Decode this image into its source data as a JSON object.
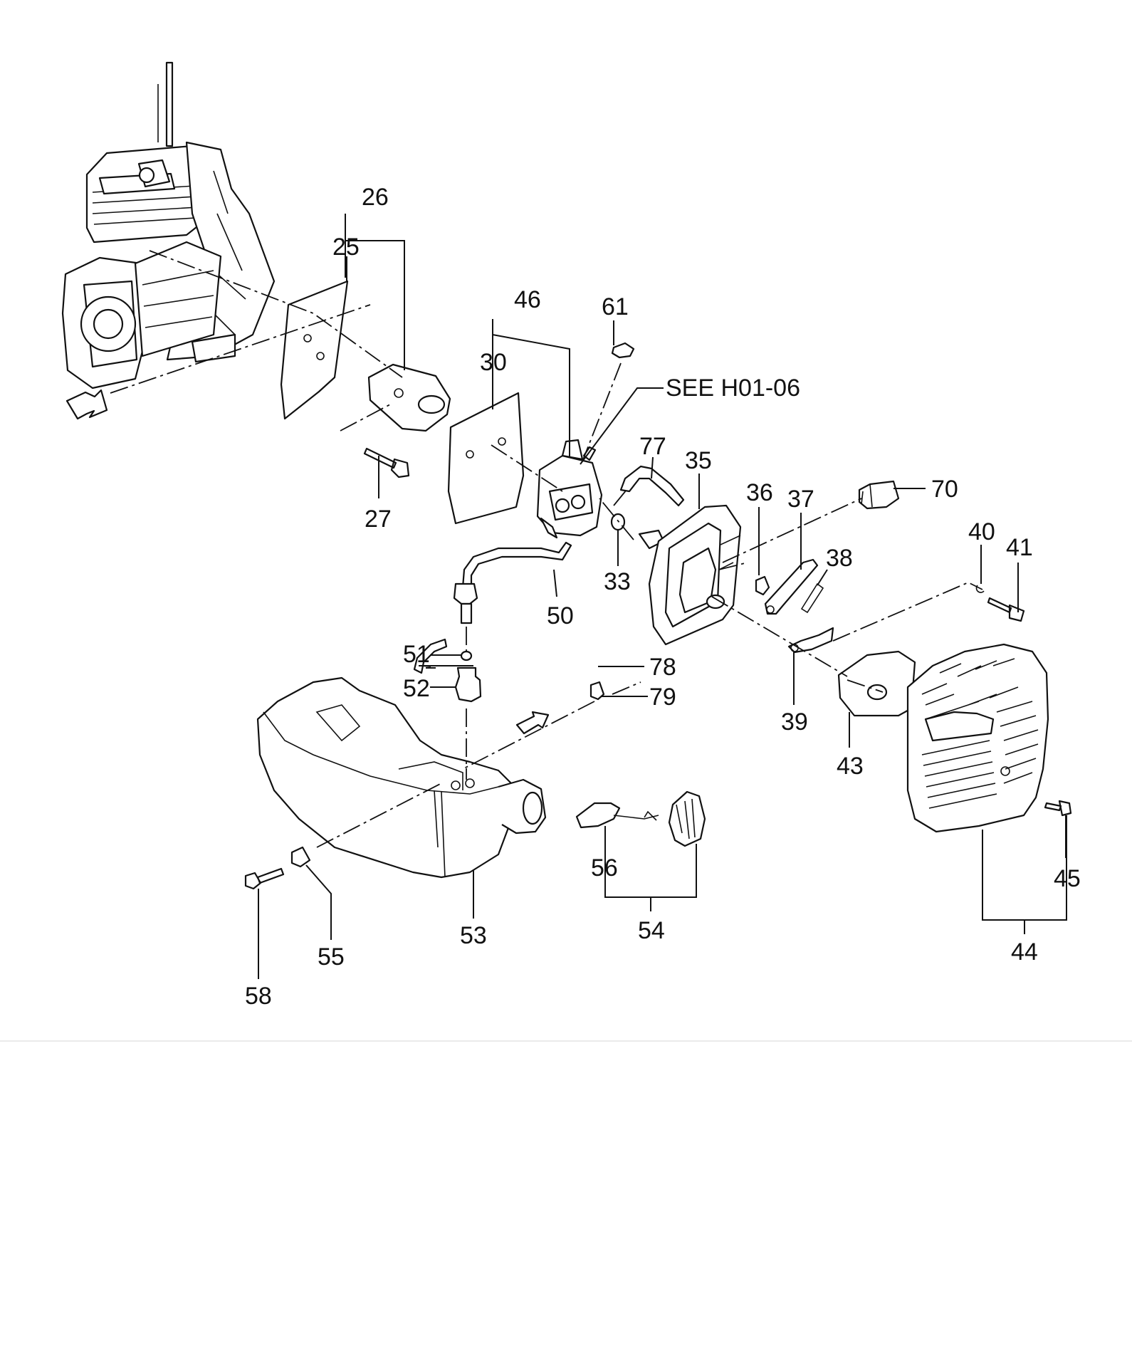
{
  "callouts": {
    "c25": "25",
    "c26": "26",
    "c27": "27",
    "c30": "30",
    "c33": "33",
    "c35": "35",
    "c36": "36",
    "c37": "37",
    "c38": "38",
    "c39": "39",
    "c40": "40",
    "c41": "41",
    "c43": "43",
    "c44": "44",
    "c45": "45",
    "c46": "46",
    "c50": "50",
    "c51": "51",
    "c52": "52",
    "c53": "53",
    "c54": "54",
    "c55": "55",
    "c56": "56",
    "c58": "58",
    "c61": "61",
    "c70": "70",
    "c77": "77",
    "c78": "78",
    "c79": "79"
  },
  "reference": "SEE H01-06"
}
